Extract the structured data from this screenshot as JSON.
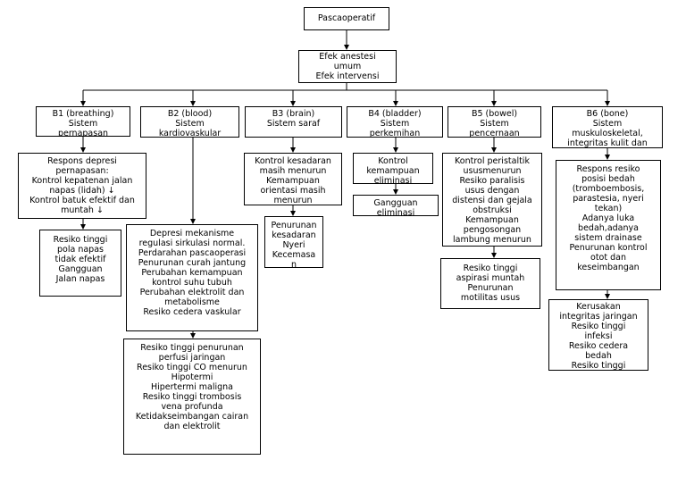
{
  "diagram": {
    "root": {
      "label": "Pascaoperatif"
    },
    "effects": {
      "lines": [
        "Efek anestesi",
        "umum",
        "Efek intervensi"
      ]
    },
    "systems": [
      {
        "id": "b1",
        "lines": [
          "B1 (breathing)",
          "Sistem",
          "pernapasan"
        ]
      },
      {
        "id": "b2",
        "lines": [
          "B2 (blood)",
          "Sistem",
          "kardiovaskular"
        ]
      },
      {
        "id": "b3",
        "lines": [
          "B3 (brain)",
          "Sistem saraf"
        ]
      },
      {
        "id": "b4",
        "lines": [
          "B4 (bladder)",
          "Sistem",
          "perkemihan"
        ]
      },
      {
        "id": "b5",
        "lines": [
          "B5 (bowel)",
          "Sistem",
          "pencernaan"
        ]
      },
      {
        "id": "b6",
        "lines": [
          "B6 (bone)",
          "Sistem",
          "muskuloskeletal,",
          "integritas kulit dan"
        ]
      }
    ],
    "b1_detail": {
      "lines": [
        "Respons depresi",
        "pernapasan:",
        "Kontrol kepatenan jalan",
        "napas (lidah) ↓",
        "Kontrol batuk efektif dan",
        "muntah ↓"
      ]
    },
    "b1_problem": {
      "lines": [
        "Resiko tinggi",
        "pola napas",
        "tidak efektif",
        "Gangguan",
        "Jalan napas"
      ]
    },
    "b2_detail": {
      "lines": [
        "Depresi mekanisme",
        "regulasi sirkulasi normal.",
        "Perdarahan pascaoperasi",
        "Penurunan curah jantung",
        "Perubahan kemampuan",
        "kontrol suhu tubuh",
        "Perubahan elektrolit dan",
        "metabolisme",
        "Resiko cedera vaskular"
      ]
    },
    "b2_problem": {
      "lines": [
        "Resiko tinggi penurunan",
        "perfusi jaringan",
        "Resiko tinggi CO menurun",
        "Hipotermi",
        "Hipertermi maligna",
        "Resiko tinggi trombosis",
        "vena profunda",
        "Ketidakseimbangan cairan",
        "dan elektrolit"
      ]
    },
    "b3_detail": {
      "lines": [
        "Kontrol kesadaran",
        "masih menurun",
        "Kemampuan",
        "orientasi masih",
        "menurun"
      ]
    },
    "b3_problem": {
      "lines": [
        "Penurunan",
        "kesadaran",
        "Nyeri",
        "Kecemasa",
        "n"
      ]
    },
    "b4_detail": {
      "lines": [
        "Kontrol",
        "kemampuan",
        "eliminasi"
      ]
    },
    "b4_problem": {
      "lines": [
        "Gangguan",
        "eliminasi"
      ]
    },
    "b5_detail": {
      "lines": [
        "Kontrol peristaltik",
        "ususmenurun",
        "Resiko paralisis",
        "usus dengan",
        "distensi dan gejala",
        "obstruksi",
        "Kemampuan",
        "pengosongan",
        "lambung menurun"
      ]
    },
    "b5_problem": {
      "lines": [
        "Resiko tinggi",
        "aspirasi muntah",
        "Penurunan",
        "motilitas usus"
      ]
    },
    "b6_detail": {
      "lines": [
        "Respons resiko",
        "posisi bedah",
        "(tromboembosis,",
        "parastesia, nyeri",
        "tekan)",
        "Adanya luka",
        "bedah,adanya",
        "sistem drainase",
        "Penurunan kontrol",
        "otot dan",
        "keseimbangan"
      ]
    },
    "b6_problem": {
      "lines": [
        "Kerusakan",
        "integritas jaringan",
        "Resiko tinggi",
        "infeksi",
        "Resiko cedera",
        "bedah",
        "Resiko tinggi"
      ]
    }
  }
}
